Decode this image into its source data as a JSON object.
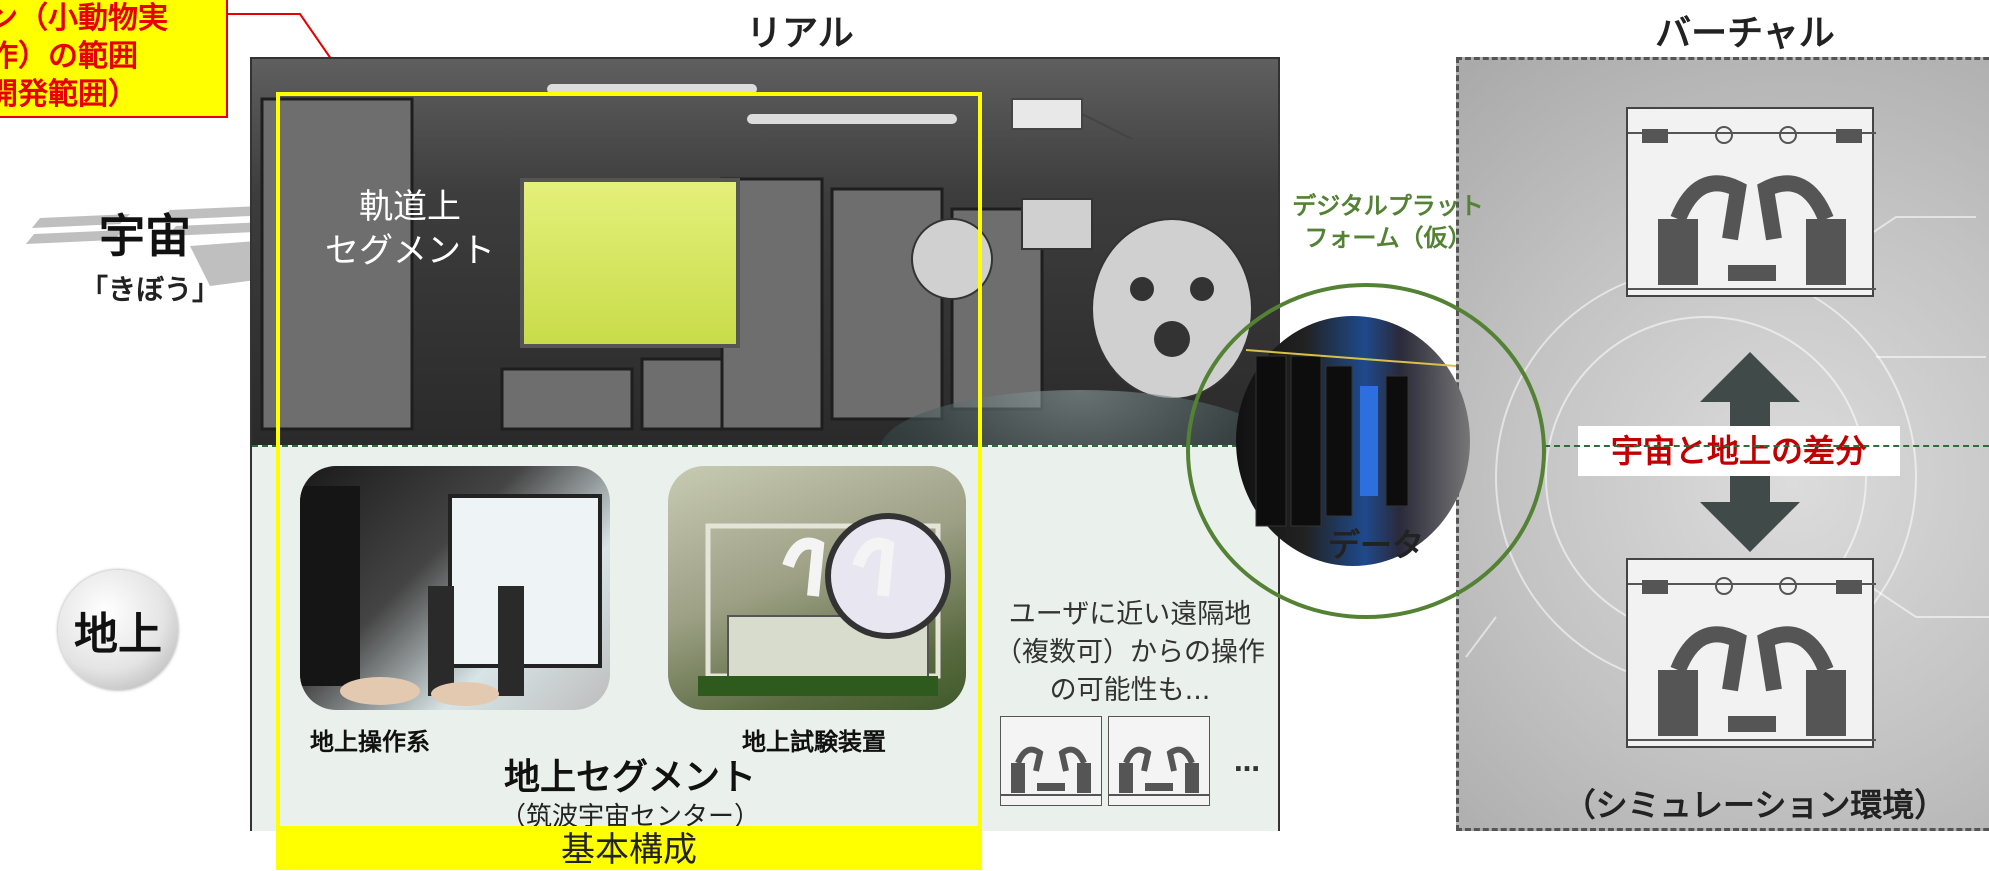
{
  "callout": {
    "lines": [
      "ン（小動物実",
      "作）の範囲",
      "開発範囲）"
    ]
  },
  "left": {
    "space_title": "宇宙",
    "space_sub": "「きぼう」",
    "ground_title": "地上"
  },
  "real": {
    "title": "リアル",
    "orbit_line1": "軌道上",
    "orbit_line2": "セグメント",
    "ground_ops_caption": "地上操作系",
    "ground_test_caption": "地上試験装置",
    "ground_segment_title": "地上セグメント",
    "ground_segment_sub": "（筑波宇宙センター）",
    "base_config": "基本構成",
    "remote_note": "ユーザに近い遠隔地（複数可）からの操作の可能性も...",
    "ellipsis": "…"
  },
  "platform": {
    "line1": "デジタルプラット",
    "line2": "フォーム（仮）",
    "data_label": "データ"
  },
  "virtual": {
    "title": "バーチャル",
    "diff_label": "宇宙と地上の差分",
    "sim_label": "（シミュレーション環境）"
  },
  "colors": {
    "callout_fill": "#ffff00",
    "callout_text": "#e60000",
    "yellow_frame": "#ffff00",
    "platform_green": "#548235",
    "diff_red": "#c00000"
  }
}
